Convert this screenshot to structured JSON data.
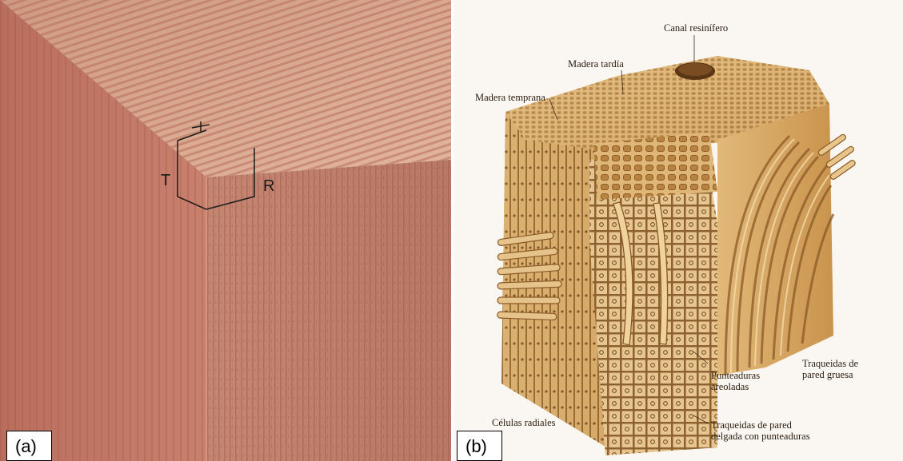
{
  "panel_a": {
    "label": "(a)",
    "axis_labels": {
      "t": "T",
      "r": "R"
    }
  },
  "panel_b": {
    "label": "(b)",
    "callouts": {
      "canal": "Canal resinífero",
      "madera_tardia": "Madera tardía",
      "madera_temprana": "Madera temprana",
      "traqueidas_gruesa_1": "Traqueidas de",
      "traqueidas_gruesa_2": "pared gruesa",
      "punteaduras_1": "Punteaduras",
      "punteaduras_2": "areoladas",
      "celulas": "Células radiales",
      "traqueidas_delgada_1": "Traqueidas de pared",
      "traqueidas_delgada_2": "delgada con punteaduras"
    }
  },
  "colors": {
    "wood_top": "#d69a7f",
    "wood_side": "#c07a66",
    "cell_wall": "#d6a85c",
    "cell_shadow": "#7a5226"
  }
}
